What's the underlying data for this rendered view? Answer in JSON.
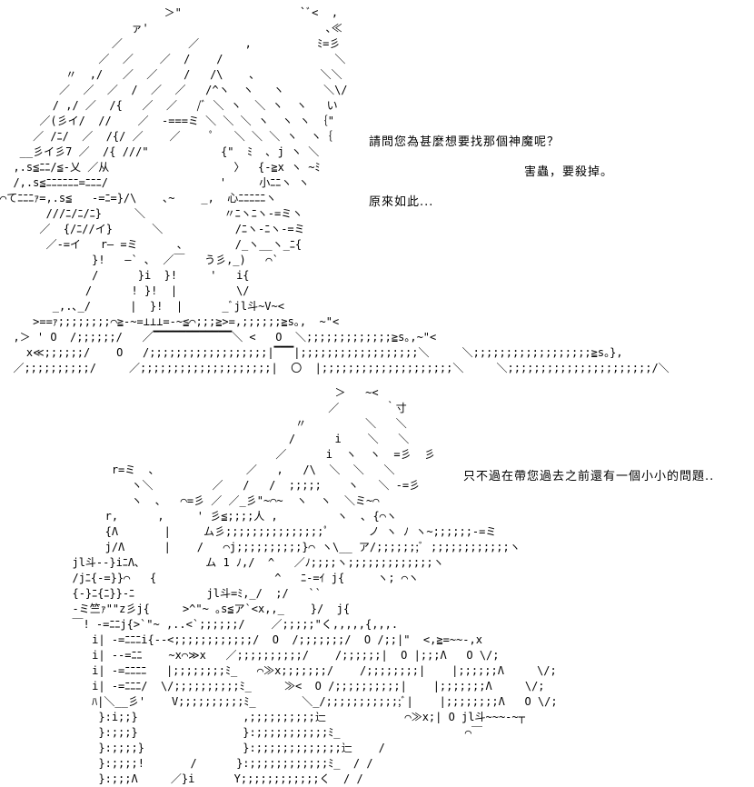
{
  "dialogue": {
    "line1": "請問您為甚麼想要找那個神魔呢？",
    "line2": "害蟲，要殺掉。",
    "line3": "原來如此...",
    "line4": "只不過在帶您過去之前還有一個小小的問題.."
  },
  "art": {
    "top": "                         ＞\"                  `ﾞ<  ,\n                    ァ'                           ､≪\n                 ／          ／       ,          ﾐ=彡\n               ／  ／    ／  /    /                 ＼\n          〃  ,/   ／  ／    /   /\\    ､          ＼＼\n         ／  ／  ／  /  ／  ／   /^ヽ  ヽ   ヽ      ＼\\/\n        / ,/ ／  /{   ／  ／   /ﾞ ＼ ヽ  ＼ ヽ  ヽ   い\n      ／(彡イ/  //    ／  -===ミ ＼ ＼ ＼ ヽ  ヽ ヽ ｛\"\n     ／ /ﾆ/  ／  /{/ ／    ／     ﾟ   ＼ ＼ ＼ ヽ  ヽ｛\n   __彡イ彡7 ／  /{ ///\"           {\"  ﾐ  ､ j ヽ ＼\n  ,.s≦ﾆﾆ/≦-乂 ／从                   〉  {-≧x ヽ ~ﾐ\n  /,.s≦ﾆﾆﾆﾆﾆﾆ=ﾆﾆﾆ/                 '     小ﾆﾆヽ ヽ\n⌒てﾆﾆﾆｧ=,.s≦   -=ﾆ=}/\\    ､~    _,  心ﾆﾆﾆﾆﾆヽ\n       ///ﾆ/ﾆ/ﾆ}     ＼            〃ﾆヽﾆヽ-=ミヽ\n      ／  {/ﾆ//イ}      ＼           /ﾆヽ-ﾆヽ-=ミ\n       ／-=イ   r― =ミ      ､        /_ヽ__ヽ_ﾆ{\n              }!   ―` ､  ／￣   う彡,_)   ⌒`\n              /      }i  }!     '   i{\n             /      ! }!  |         \\/\n        _,.､_/      |  }!  |      _ﾞjl斗~V~<\n     >==ｧ;;;;;;;;⌒≧-~=⊥⊥⊥=-~≦⌒;;;≧>=,;;;;;;≧s｡,  ~\"<\n  ,＞ ' O  /;;;;;;/   ／▔▔▔▔▔▔▔▔▔▔▔▔＼ <   O  ＼;;;;;;;;;;;;;≧s｡,~\"<\n    x≪;;;;;;/    O   /;;;;;;;;;;;;;;;;;;|▔▔▔|;;;;;;;;;;;;;;;;;;＼     ＼;;;;;;;;;;;;;;;;;;≧s。},\n  ／;;;;;;;;;;/     ／;;;;;;;;;;;;;;;;;;;;|  〇  |;;;;;;;;;;;;;;;;;;;;＼     ＼;;;;;;;;;;;;;;;;;;;;;;/＼",
    "bottom": "                                                   ＞   ~<\n                                                  ／       ｀寸\n                                             〃         ＼   ＼\n                                            /      i    ＼   ＼\n                                          ／      i  ヽ  ヽ  =彡  彡\n                 r=ミ  ､              ／   ,   /\\  ＼  ＼   ＼\n                    ヽ＼         ／   /   /  ;;;;;    ヽ   ＼ -=彡\n                    ヽ  ､   ⌒=彡 ／ ／_彡\"~⌒~  ヽ  ヽ  ＼ミ~⌒\n                r,      ,     ' 彡≦;;;;人 ,         ヽ  ､ {⌒ヽ\n                {Λ       |     ム彡;;;;;;;;;;;;;;;ﾟ      ノ ヽ ﾉ ヽ~;;;;;;-=ミ\n                j/Λ      |    /   ⌒j;;;;;;;;;;}⌒ ヽ\\__ ア/;;;;;;;ﾞ ;;;;;;;;;;;;ヽ\n           jl斗--}iﾆΛ､          ム 1 ﾉ,/  ^   ／ﾉ;;;;ヽ;;;;;;;;;;;;;ヽ\n           /jﾆ{-=}}⌒   {                  ^   ﾆ-=ｲ j{     ヽ; ⌒ヽ\n           {-}ﾆ{ﾆ}}-ﾆ           jl斗=ﾐ,_/  ;/   ``\n           -ミ竺ｧ\"\"z彡j{     >^\"~ ｡s≦ア`<x,,_    }/  j{\n           ￣! -=ﾆﾆj{>`\"~ ,..<`;;;;;;/    ／;;;;;\"く,,,,,{,,,.\n              i| -=ﾆﾆﾆi{--<;;;;;;;;;;;;/  O  /;;;;;;;/  O /;;|\"  <,≧=~~-,x\n              i| --=ﾆﾆ    ~x⌒≫x   ／;;;;;;;;;;/    /;;;;;;|  O |;;;Λ   O \\/;\n              i| -=ﾆﾆﾆﾆ   |;;;;;;;;ﾐ_   ⌒≫x;;;;;;;/    /;;;;;;;;|    |;;;;;;Λ     \\/;\n              i| -=ﾆﾆﾆ/  \\/;;;;;;;;;;ﾐ_     ≫<  O /;;;;;;;;;;|    |;;;;;;;Λ     \\/;\n              ﾊ|＼__彡'    V;;;;;;;;;;ﾐ_       ＼_/;;;;;;;;;;;;ﾞ|    |;;;;;;;;Λ   O \\/;\n               }:i;;}                ,;;;;;;;;;;辷            ⌒≫x;| O jl斗~~~-~┬\n               }:;;;}                }:;;;;;;;;;;;ﾐ_                   ⌒￣\n               }:;;;;}               }:;;;;;;;;;;;;;辷    /\n               }:;;;;!       /      }:;;;;;;;;;;;;ﾐ_  / /\n               }:;;;Λ     ／}i      Y;;;;;;;;;;;;く  / /"
  }
}
